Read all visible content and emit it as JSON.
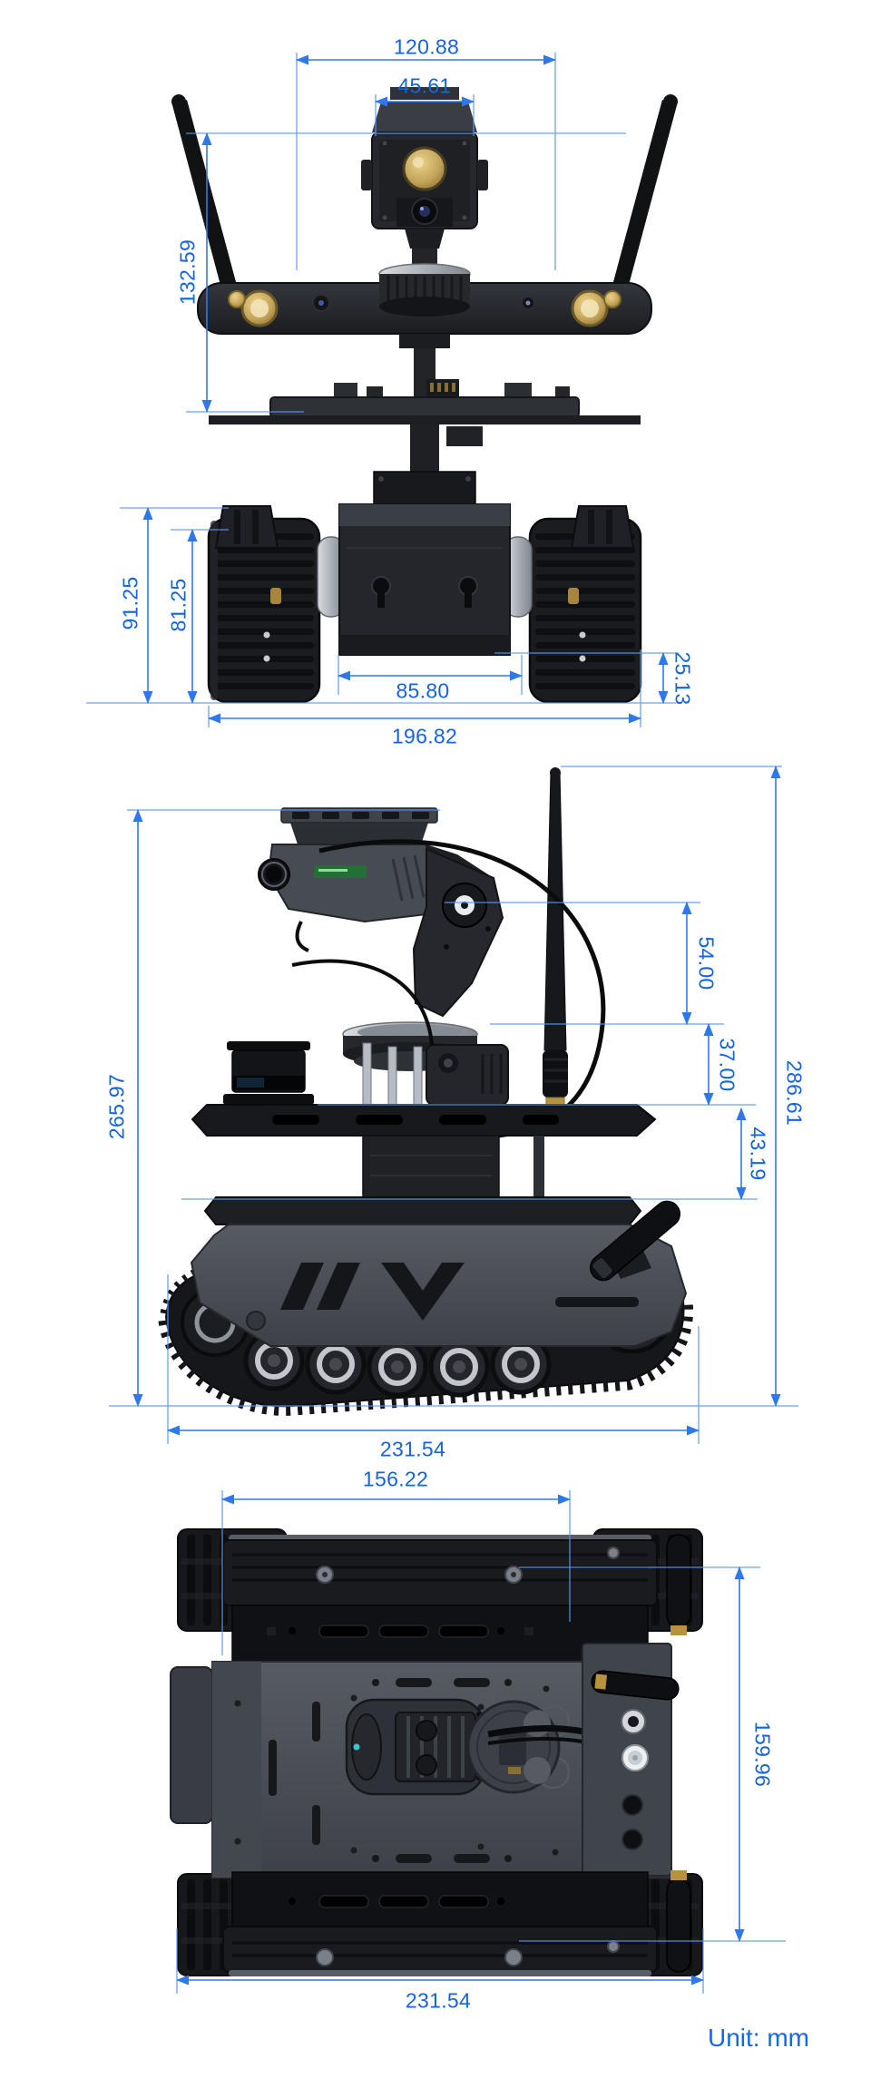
{
  "accent": {
    "dimension_text_color": "#1463e2",
    "dimension_line_color": "#2e78ec"
  },
  "unit_note": "Unit: mm",
  "views": {
    "front": {
      "dims": {
        "gimbal_mount_width": "120.88",
        "camera_head_width": "45.61",
        "camera_mast_height": "132.59",
        "chassis_height": "91.25",
        "track_height": "81.25",
        "body_inner_width": "85.80",
        "ground_clearance": "25.13",
        "overall_width": "196.82"
      }
    },
    "side": {
      "dims": {
        "height_to_camera_rail": "265.97",
        "overall_height_with_antenna": "286.61",
        "camera_pivot_rise": "54.00",
        "gimbal_base_rise": "37.00",
        "mast_column_rise": "43.19",
        "overall_length": "231.54"
      }
    },
    "top": {
      "dims": {
        "chassis_width": "156.22",
        "chassis_length": "159.96",
        "overall_width": "231.54"
      }
    }
  }
}
